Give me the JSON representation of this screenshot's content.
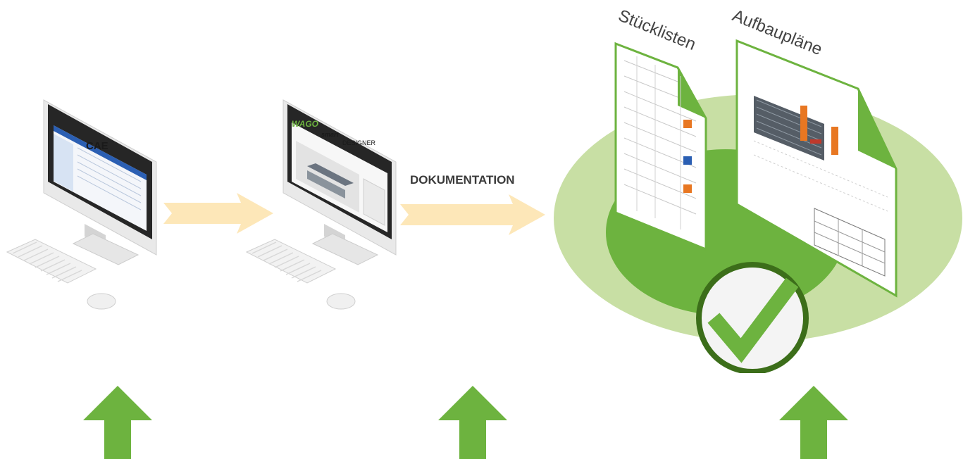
{
  "workstations": [
    {
      "screen_label": "CAE"
    },
    {
      "brand": "WAGO",
      "app_name_italic": "smart",
      "app_name": "DESIGNER"
    }
  ],
  "flow": {
    "step_label": "DOKUMENTATION"
  },
  "documents": [
    {
      "label": "Stücklisten"
    },
    {
      "label": "Aufbaupläne"
    }
  ],
  "colors": {
    "accent_green": "#6db33f",
    "light_green": "#c8dfa4",
    "dark_green": "#3c6e1a",
    "flow_arrow": "#fde7b8"
  },
  "icons": [
    "checkmark-icon",
    "up-arrow-icon",
    "right-arrow-icon"
  ]
}
